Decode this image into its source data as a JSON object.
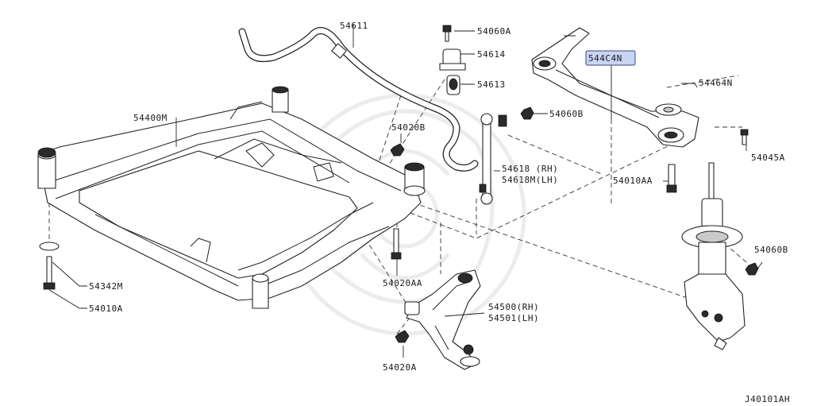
{
  "diagram": {
    "labels": {
      "p54611": "54611",
      "p54060A": "54060A",
      "p54614": "54614",
      "p54613": "54613",
      "p544C4N": "544C4N",
      "p54464N": "54464N",
      "p54400M": "54400M",
      "p54020B": "54020B",
      "p54060B_top": "54060B",
      "p54618": "54618 (RH)",
      "p54618M": "54618M(LH)",
      "p54045A": "54045A",
      "p54010AA": "54010AA",
      "p54342M": "54342M",
      "p54010A": "54010A",
      "p54020AA": "54020AA",
      "p54060B_right": "54060B",
      "p54500": "54500(RH)",
      "p54501": "54501(LH)",
      "p54020A": "54020A",
      "figure_id": "J40101AH"
    },
    "highlighted_part": "544C4N",
    "colors": {
      "highlight_fill": "#c9d4f2",
      "line": "#222222"
    }
  }
}
